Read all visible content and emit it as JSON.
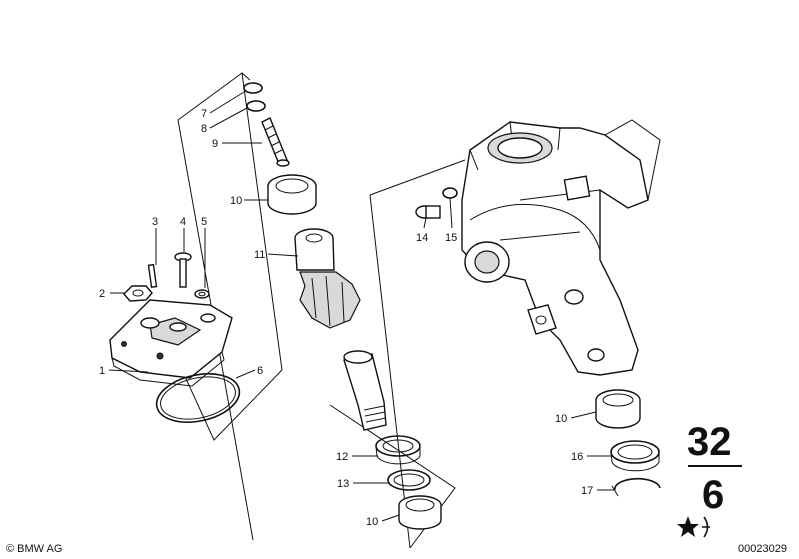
{
  "diagram": {
    "callouts": {
      "c1": "1",
      "c2": "2",
      "c3": "3",
      "c4": "4",
      "c5": "5",
      "c6": "6",
      "c7": "7",
      "c8": "8",
      "c9": "9",
      "c10a": "10",
      "c10b": "10",
      "c10c": "10",
      "c11": "11",
      "c12": "12",
      "c13": "13",
      "c14": "14",
      "c15": "15",
      "c16": "16",
      "c17": "17"
    },
    "group": {
      "top": "32",
      "bottom": "6"
    },
    "footer": {
      "copyright": "© BMW AG",
      "image_number": "00023029"
    }
  }
}
